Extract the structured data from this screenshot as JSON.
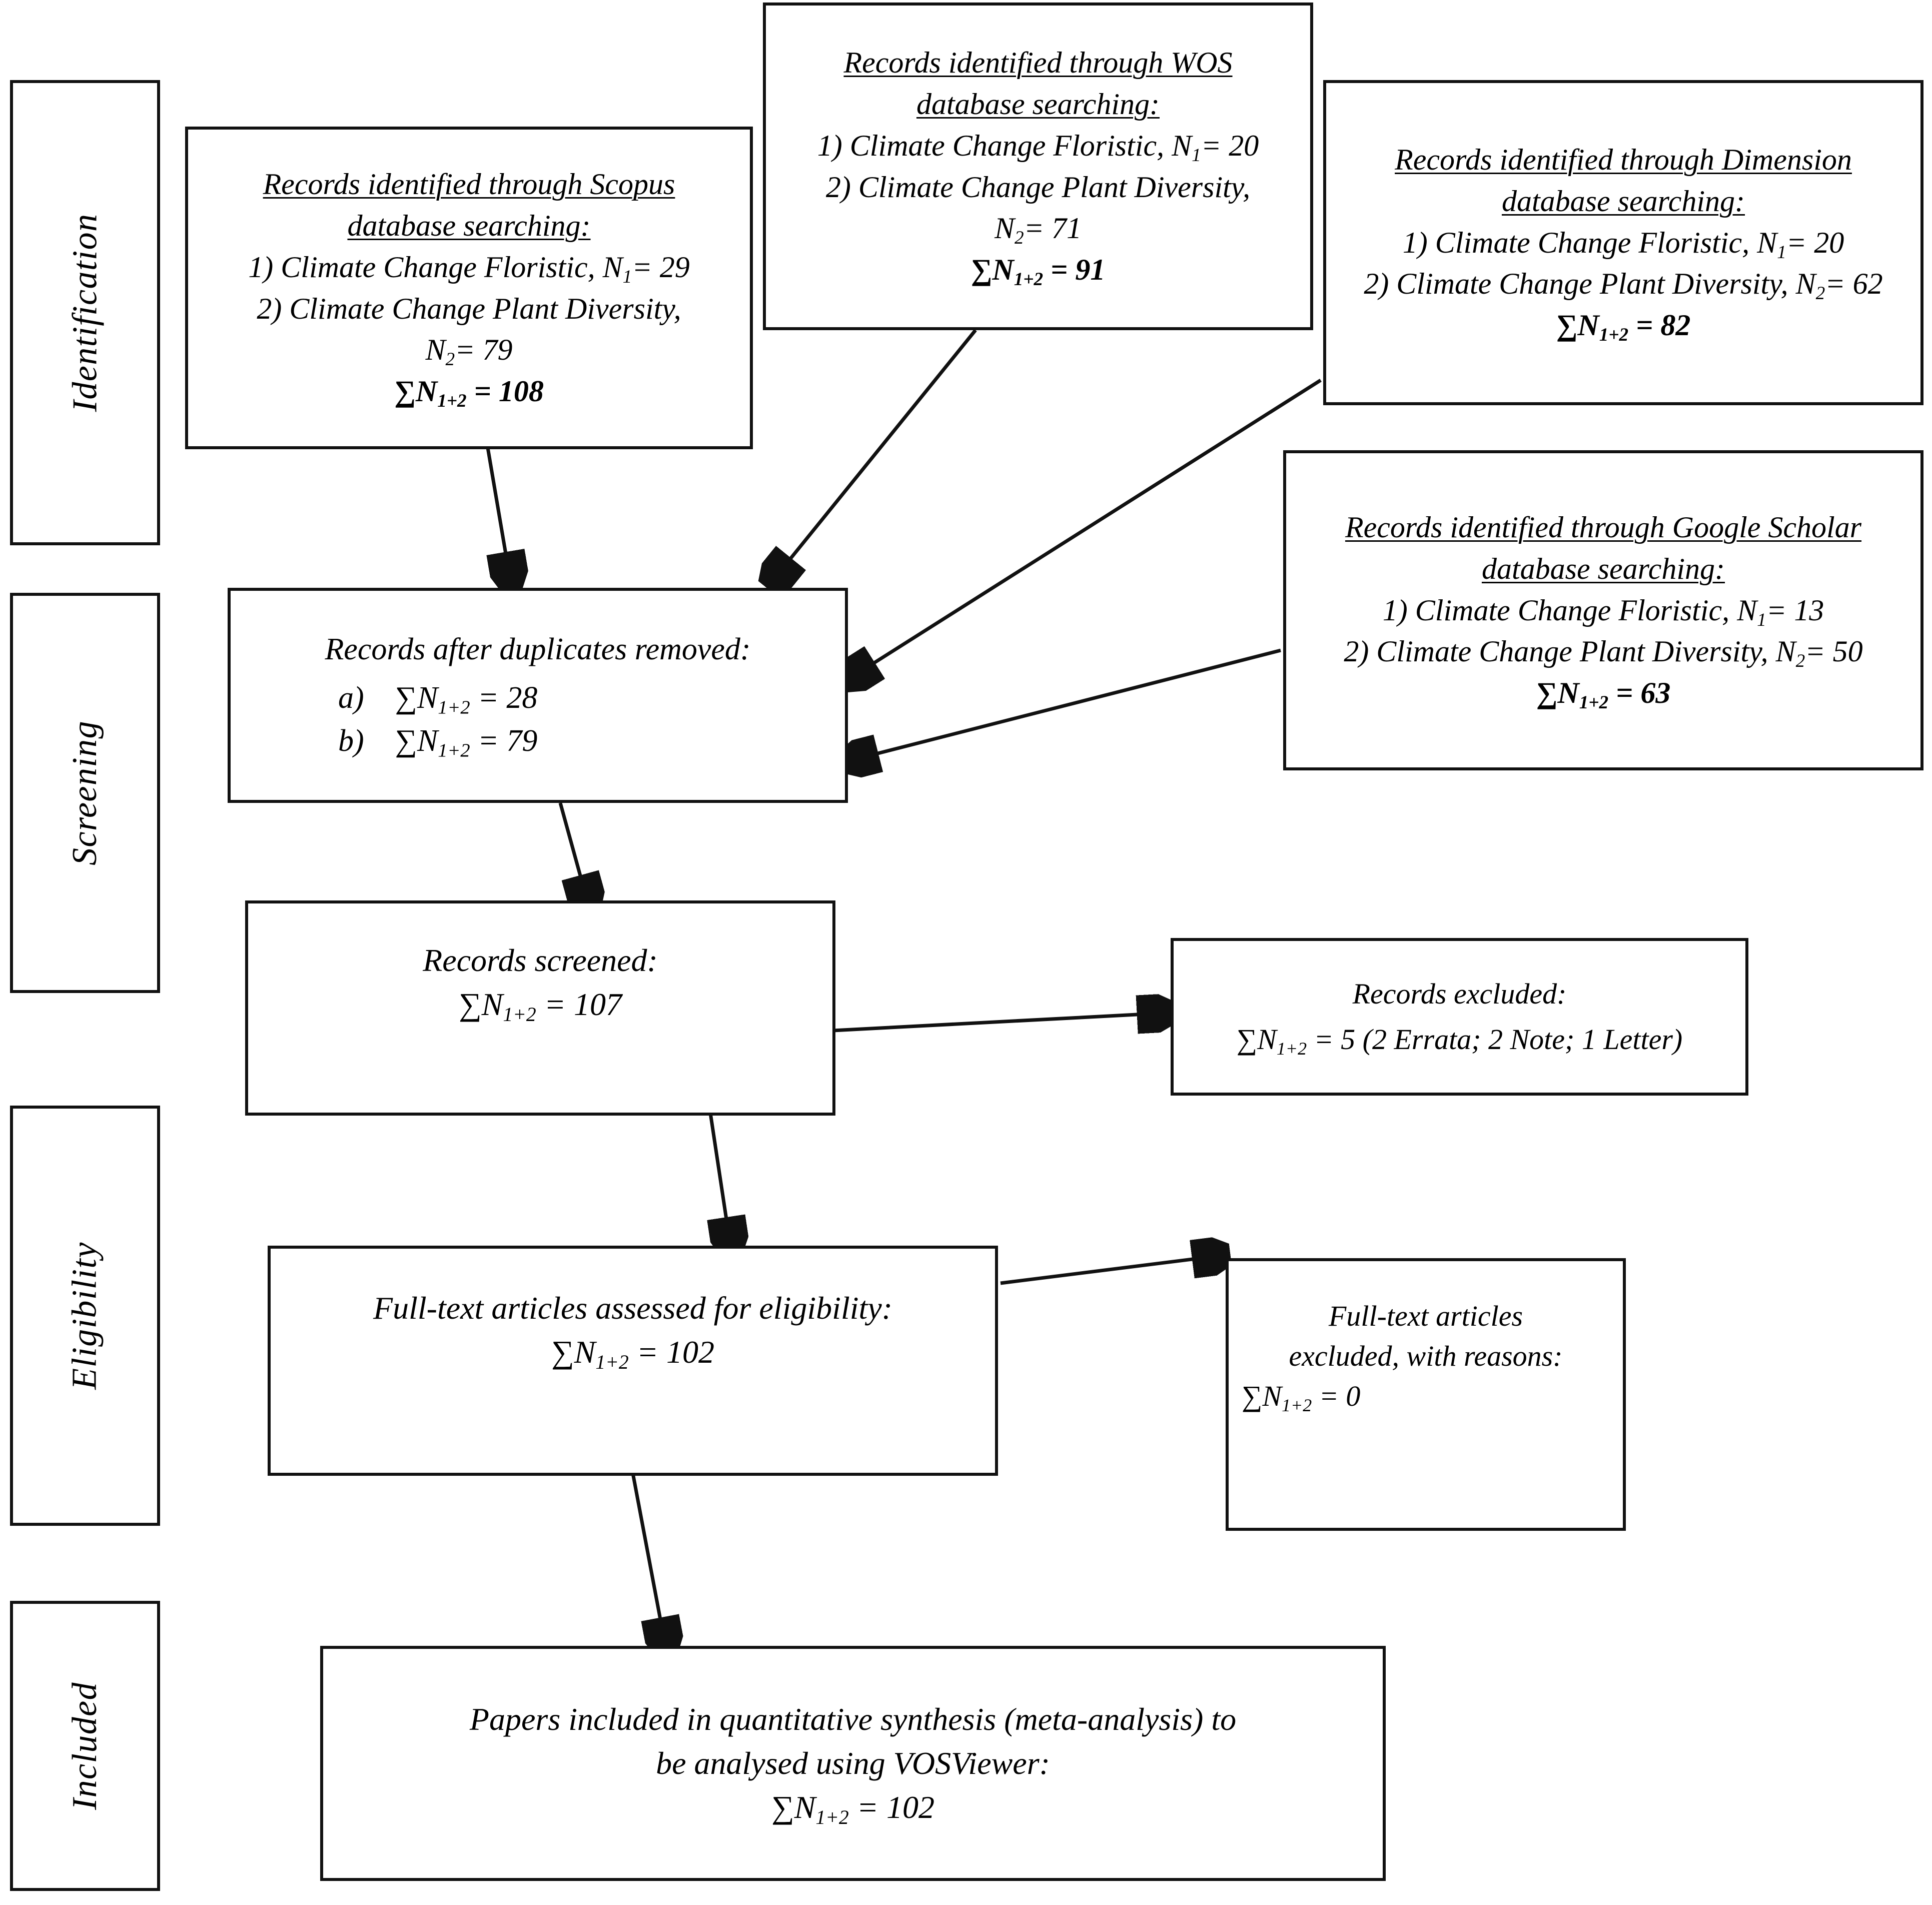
{
  "diagram": {
    "title": "PRISMA flow diagram",
    "type": "prisma-flowchart",
    "line_color": "#111111",
    "background": "#ffffff"
  },
  "stages": [
    {
      "key": "identification",
      "label": "Identification"
    },
    {
      "key": "screening",
      "label": "Screening"
    },
    {
      "key": "eligibility",
      "label": "Eligibility"
    },
    {
      "key": "included",
      "label": "Included"
    }
  ],
  "sources": {
    "scopus": {
      "heading_line1": "Records identified through Scopus",
      "heading_line2": "database searching:",
      "item1": "1) Climate Change Floristic, N",
      "item1_sub": "1",
      "item1_val": "= 29",
      "item2": "2) Climate Change Plant Diversity,",
      "item3": "N",
      "item3_sub": "2",
      "item3_val": "= 79",
      "total_prefix": "∑N",
      "total_sub": "1+2",
      "total_value": "= 108"
    },
    "wos": {
      "heading_line1": "Records identified through WOS",
      "heading_line2": "database searching:",
      "item1": "1) Climate Change Floristic, N",
      "item1_sub": "1",
      "item1_val": "= 20",
      "item2": "2) Climate Change Plant Diversity,",
      "item3": "N",
      "item3_sub": "2",
      "item3_val": "= 71",
      "total_prefix": "∑N",
      "total_sub": "1+2",
      "total_value": "= 91"
    },
    "dimension": {
      "heading_line1": "Records identified through Dimension",
      "heading_line2": "database searching:",
      "item1": "1) Climate Change Floristic, N",
      "item1_sub": "1",
      "item1_val": "= 20",
      "item2": "2) Climate Change Plant Diversity, N",
      "item2_sub": "2",
      "item2_val": "= 62",
      "total_prefix": "∑N",
      "total_sub": "1+2",
      "total_value": "= 82"
    },
    "google_scholar": {
      "heading_line1": "Records identified through Google Scholar",
      "heading_line2": "database searching:",
      "item1": "1) Climate Change Floristic, N",
      "item1_sub": "1",
      "item1_val": "= 13",
      "item2": "2) Climate Change Plant Diversity, N",
      "item2_sub": "2",
      "item2_val": "= 50",
      "total_prefix": "∑N",
      "total_sub": "1+2",
      "total_value": "= 63"
    }
  },
  "steps": {
    "duplicates_removed": {
      "title": "Records after duplicates removed:",
      "a_label": "a)",
      "a_prefix": "∑N",
      "a_sub": "1+2",
      "a_value": "= 28",
      "b_label": "b)",
      "b_prefix": "∑N",
      "b_sub": "1+2",
      "b_value": "= 79"
    },
    "records_screened": {
      "title": "Records screened:",
      "total_prefix": "∑N",
      "total_sub": "1+2",
      "total_value": "= 107"
    },
    "records_excluded": {
      "title": "Records excluded:",
      "total_prefix": "∑N",
      "total_sub": "1+2",
      "total_value": "= 5 (2 Errata; 2 Note; 1 Letter)"
    },
    "fulltext_assessed": {
      "title": "Full-text articles assessed for eligibility:",
      "total_prefix": "∑N",
      "total_sub": "1+2",
      "total_value": "= 102"
    },
    "fulltext_excluded": {
      "title_line1": "Full-text articles",
      "title_line2": "excluded, with reasons:",
      "total_prefix": "∑N",
      "total_sub": "1+2",
      "total_value": "= 0"
    },
    "papers_included": {
      "title_line1": "Papers included in quantitative synthesis (meta-analysis) to",
      "title_line2": "be analysed using VOSViewer:",
      "total_prefix": "∑N",
      "total_sub": "1+2",
      "total_value": "= 102"
    }
  },
  "chart_data": {
    "type": "flow",
    "title": "PRISMA flow diagram",
    "nodes": [
      {
        "id": "scopus",
        "stage": "Identification",
        "label": "Records identified through Scopus database searching",
        "n1": 29,
        "n2": 79,
        "total": 108
      },
      {
        "id": "wos",
        "stage": "Identification",
        "label": "Records identified through WOS database searching",
        "n1": 20,
        "n2": 71,
        "total": 91
      },
      {
        "id": "dimension",
        "stage": "Identification",
        "label": "Records identified through Dimension database searching",
        "n1": 20,
        "n2": 62,
        "total": 82
      },
      {
        "id": "google_scholar",
        "stage": "Identification",
        "label": "Records identified through Google Scholar database searching",
        "n1": 13,
        "n2": 50,
        "total": 63
      },
      {
        "id": "duplicates_removed",
        "stage": "Screening",
        "label": "Records after duplicates removed",
        "a": 28,
        "b": 79
      },
      {
        "id": "records_screened",
        "stage": "Screening",
        "label": "Records screened",
        "total": 107
      },
      {
        "id": "records_excluded",
        "stage": "Screening",
        "label": "Records excluded (2 Errata; 2 Note; 1 Letter)",
        "total": 5
      },
      {
        "id": "fulltext_assessed",
        "stage": "Eligibility",
        "label": "Full-text articles assessed for eligibility",
        "total": 102
      },
      {
        "id": "fulltext_excluded",
        "stage": "Eligibility",
        "label": "Full-text articles excluded, with reasons",
        "total": 0
      },
      {
        "id": "papers_included",
        "stage": "Included",
        "label": "Papers included in quantitative synthesis (meta-analysis) to be analysed using VOSViewer",
        "total": 102
      }
    ],
    "edges": [
      {
        "from": "scopus",
        "to": "duplicates_removed"
      },
      {
        "from": "wos",
        "to": "duplicates_removed"
      },
      {
        "from": "dimension",
        "to": "duplicates_removed"
      },
      {
        "from": "google_scholar",
        "to": "duplicates_removed"
      },
      {
        "from": "duplicates_removed",
        "to": "records_screened"
      },
      {
        "from": "records_screened",
        "to": "records_excluded"
      },
      {
        "from": "records_screened",
        "to": "fulltext_assessed"
      },
      {
        "from": "fulltext_assessed",
        "to": "fulltext_excluded"
      },
      {
        "from": "fulltext_assessed",
        "to": "papers_included"
      }
    ]
  }
}
